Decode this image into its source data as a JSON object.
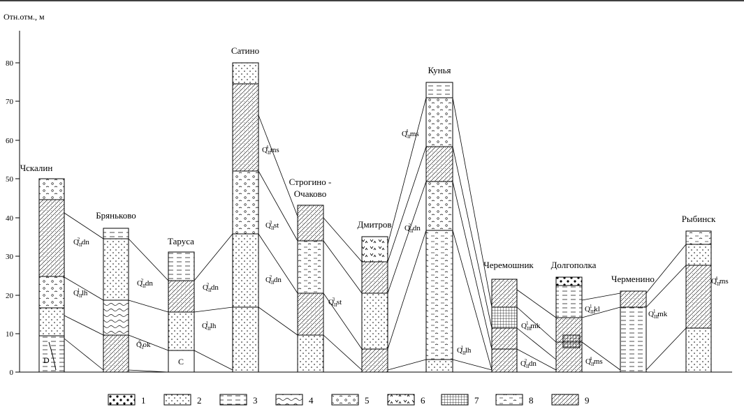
{
  "y_axis": {
    "label": "Отн.отм., м",
    "ticks": [
      "0",
      "10",
      "20",
      "30",
      "40",
      "50",
      "60",
      "70",
      "80"
    ]
  },
  "sections": [
    {
      "name": "Чскалин",
      "top_m": 50
    },
    {
      "name": "Бряньково",
      "top_m": 37
    },
    {
      "name": "Таруса",
      "top_m": 31
    },
    {
      "name": "Сатино",
      "top_m": 80
    },
    {
      "name": "Строгино -",
      "name2": "Очаково",
      "top_m": 43
    },
    {
      "name": "Дмитров",
      "top_m": 35
    },
    {
      "name": "Кунья",
      "top_m": 75
    },
    {
      "name": "Черемошник",
      "top_m": 24
    },
    {
      "name": "Долгополка",
      "top_m": 24.5
    },
    {
      "name": "Черменино",
      "top_m": 21
    },
    {
      "name": "Рыбинск",
      "top_m": 36.5
    }
  ],
  "stratigraphic_labels": [
    {
      "base": "Q",
      "sub": "II",
      "sup": "2",
      "suffix": " dn"
    },
    {
      "base": "Q",
      "sub": "II",
      "sup": "1",
      "suffix": " lh"
    },
    {
      "base": "Q",
      "sub": "II",
      "sup": "2",
      "suffix": " dn"
    },
    {
      "base": "Q",
      "sub": "I",
      "sup": "6",
      "suffix": " ok"
    },
    {
      "base": "Q",
      "sub": "II",
      "sup": "2",
      "suffix": " dn"
    },
    {
      "base": "Q",
      "sub": "II",
      "sup": "1",
      "suffix": " lh"
    },
    {
      "base": "Q",
      "sub": "II",
      "sup": "4",
      "suffix": " ms"
    },
    {
      "base": "Q",
      "sub": "II",
      "sup": "3",
      "suffix": " st"
    },
    {
      "base": "Q",
      "sub": "II",
      "sup": "2",
      "suffix": " dn"
    },
    {
      "base": "Q",
      "sub": "II",
      "sup": "3",
      "suffix": " st"
    },
    {
      "base": "Q",
      "sub": "II",
      "sup": "4",
      "suffix": " ms"
    },
    {
      "base": "Q",
      "sub": "II",
      "sup": "2",
      "suffix": " dn"
    },
    {
      "base": "Q",
      "sub": "II",
      "sup": "1",
      "suffix": " lh"
    },
    {
      "base": "Q",
      "sub": "III",
      "sup": "1",
      "suffix": " mk"
    },
    {
      "base": "Q",
      "sub": "II",
      "sup": "2",
      "suffix": " dn"
    },
    {
      "base": "Q",
      "sub": "III",
      "sup": "1",
      "suffix": " kl"
    },
    {
      "base": "Q",
      "sub": "III",
      "sup": "1",
      "suffix": " mk"
    },
    {
      "base": "Q",
      "sub": "II",
      "sup": "4",
      "suffix": " ms"
    },
    {
      "base": "Q",
      "sub": "II",
      "sup": "4",
      "suffix": " ms"
    }
  ],
  "bedrock_labels": [
    "D",
    "C"
  ],
  "legend": [
    "1",
    "2",
    "3",
    "4",
    "5",
    "6",
    "7",
    "8",
    "9"
  ]
}
